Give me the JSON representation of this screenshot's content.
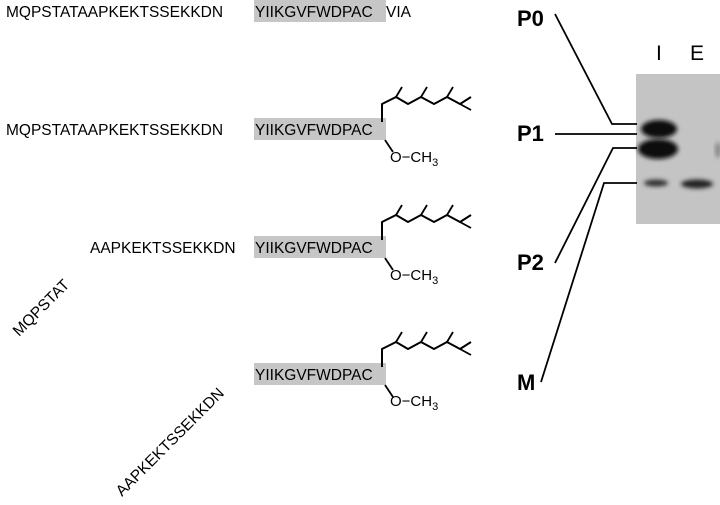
{
  "sequences": [
    {
      "pre": "MQPSTATAAPKEKTSSEKKDN",
      "box": "YIIKGVFWDPAC",
      "post": "VIA",
      "modified": false
    },
    {
      "pre": "MQPSTATAAPKEKTSSEKKDN",
      "box": "YIIKGVFWDPAC",
      "post": "",
      "modified": true
    },
    {
      "pre": "AAPKEKTSSEKKDN",
      "box": "YIIKGVFWDPAC",
      "post": "",
      "modified": true,
      "cleaved": "MQPSTAT"
    },
    {
      "pre": "",
      "box": "YIIKGVFWDPAC",
      "post": "",
      "modified": true,
      "cleaved": "AAPKEKTSSEKKDN"
    }
  ],
  "methyl": {
    "prefix": "O−CH",
    "subscript": "3"
  },
  "bands": [
    "P0",
    "P1",
    "P2",
    "M"
  ],
  "lanes": [
    "I",
    "E"
  ],
  "colors": {
    "highlight": "#c6c6c6",
    "gel": "#c8c8c8",
    "band": "#111111"
  }
}
